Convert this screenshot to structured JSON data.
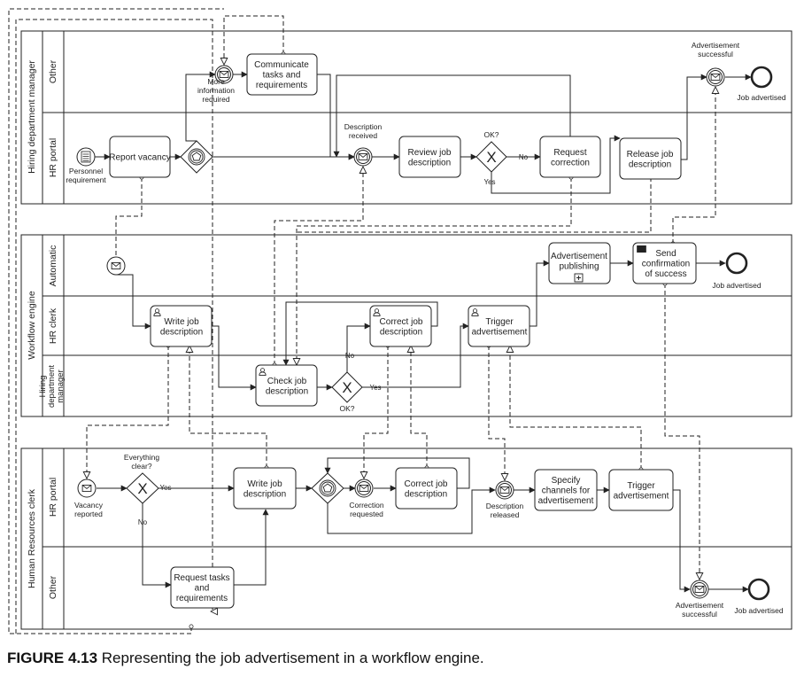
{
  "pools": [
    {
      "label": "Hiring department manager",
      "lanes": [
        "Other",
        "HR portal"
      ]
    },
    {
      "label": "Workflow engine",
      "lanes": [
        "Automatic",
        "HR clerk",
        "Hiring department manager"
      ]
    },
    {
      "label": "Human Resources clerk",
      "lanes": [
        "HR portal",
        "Other"
      ]
    }
  ],
  "tasks": {
    "communicate": "Communicate tasks and requirements",
    "report_vacancy": "Report vacancy",
    "review": "Review job description",
    "request_correction": "Request correction",
    "release": "Release job description",
    "ad_publishing": "Advertisement publishing",
    "send_confirmation": "Send confirmation of success",
    "write_wf": "Write job description",
    "correct_wf": "Correct job description",
    "trigger_wf": "Trigger advertisement",
    "check": "Check job description",
    "write_hr": "Write job description",
    "correct_hr": "Correct job description",
    "specify_channels": "Specify channels for advertisement",
    "trigger_hr": "Trigger advertisement",
    "request_tasks": "Request tasks and requirements"
  },
  "events": {
    "personnel_requirement": "Personnel requirement",
    "more_info": "More information required",
    "description_received": "Description received",
    "ad_successful_top": "Advertisement successful",
    "job_advertised_top": "Job advertised",
    "job_advertised_mid": "Job advertised",
    "vacancy_reported": "Vacancy reported",
    "correction_requested": "Correction requested",
    "description_released": "Description released",
    "ad_successful_bottom": "Advertisement successful",
    "job_advertised_bottom": "Job advertised"
  },
  "gateways": {
    "ok_top": "OK?",
    "ok_mid": "OK?",
    "everything_clear": "Everything clear?"
  },
  "flow_labels": {
    "no_top": "No",
    "yes_top": "Yes",
    "no_mid": "No",
    "yes_mid": "Yes",
    "yes_hr": "Yes",
    "no_hr": "No"
  },
  "caption": {
    "number": "FIGURE 4.13",
    "text": "Representing the job advertisement in a workflow engine."
  }
}
